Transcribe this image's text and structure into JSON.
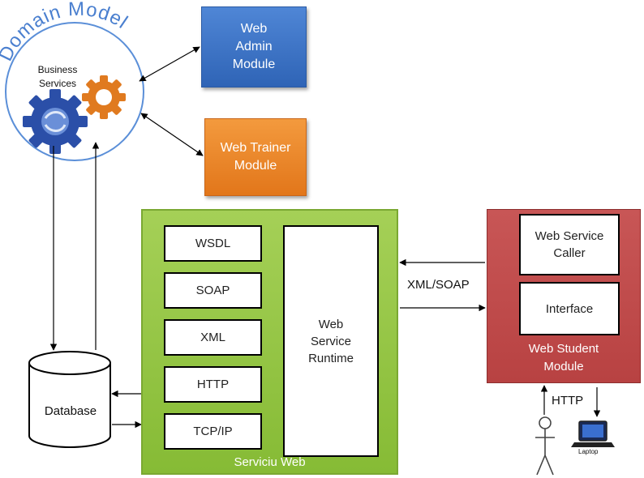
{
  "domain_model": {
    "title": "Domain Model",
    "business_services": "Business\nServices"
  },
  "modules": {
    "admin": "Web\nAdmin\nModule",
    "trainer": "Web  Trainer\nModule",
    "student": "Web Student\nModule"
  },
  "serviciu": {
    "label": "Serviciu Web",
    "protocols": [
      "WSDL",
      "SOAP",
      "XML",
      "HTTP",
      "TCP/IP"
    ],
    "runtime": "Web\nService\nRuntime"
  },
  "student": {
    "caller": "Web Service\nCaller",
    "interface": "Interface"
  },
  "labels": {
    "xml_soap": "XML/SOAP",
    "http": "HTTP",
    "database": "Database",
    "laptop": "Laptop"
  },
  "colors": {
    "admin": "#3a72c8",
    "trainer": "#ee8a2e",
    "serviciu": "#95c646",
    "student": "#be4a4a",
    "domain_title": "#4a7fcf"
  },
  "icons": [
    "blue-gear-icon",
    "orange-gear-icon",
    "stick-figure-icon",
    "laptop-icon",
    "database-cylinder-icon"
  ]
}
